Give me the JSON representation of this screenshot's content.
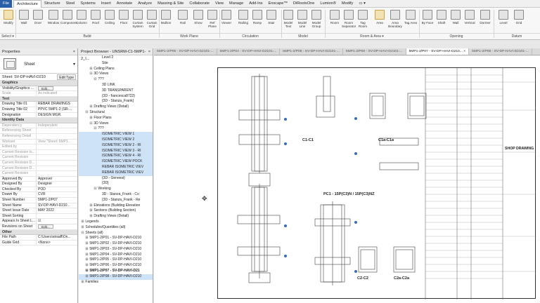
{
  "ribbon": {
    "tabs": [
      "File",
      "Architecture",
      "Structure",
      "Steel",
      "Systems",
      "Insert",
      "Annotate",
      "Analyze",
      "Massing & Site",
      "Collaborate",
      "View",
      "Manage",
      "Add-Ins",
      "Enscape™",
      "DiRootsOne",
      "Lumion®",
      "Modify",
      "▭ ▾"
    ],
    "active_tab": "Architecture",
    "buttons": [
      "Modify",
      "Wall",
      "Door",
      "Window",
      "Component",
      "Column",
      "Roof",
      "Ceiling",
      "Floor",
      "Curtain System",
      "Curtain Grid",
      "Mullion",
      "Rail",
      "Show",
      "Ref Plane",
      "Viewer",
      "Railing",
      "Ramp",
      "Stair",
      "Model Text",
      "Model Line",
      "Model Group",
      "Room",
      "Room Separator",
      "Tag Room",
      "Area",
      "Area Boundary",
      "Tag Area",
      "By Face",
      "Shaft",
      "Wall",
      "Vertical",
      "Dormer",
      "Level",
      "Grid"
    ],
    "groups": [
      "Select ▾",
      "Build",
      "Work Plane",
      "Circulation",
      "Model",
      "Room & Area ▾",
      "Opening",
      "Datum"
    ]
  },
  "properties": {
    "title": "Properties",
    "close": "×",
    "type_label": "Sheet",
    "instance_label": "Sheet: SV-DP-HAVI-D210",
    "edit_type": "Edit Type",
    "sections": [
      {
        "name": "Graphics",
        "rows": [
          {
            "k": "Visibility/Graphics ...",
            "v": "Edit...",
            "btn": true
          },
          {
            "k": "Scale",
            "v": "As indicated",
            "gray": true
          }
        ]
      },
      {
        "name": "Text",
        "rows": [
          {
            "k": "Drawing Title 01",
            "v": "REBAR DRAWINGS"
          },
          {
            "k": "Drawing Title 02",
            "v": "PPVC 5MP1-2 (SR-..."
          },
          {
            "k": "Designation",
            "v": "DESIGN MGR."
          }
        ]
      },
      {
        "name": "Identity Data",
        "rows": [
          {
            "k": "Dependency",
            "v": "Independent",
            "gray": true
          },
          {
            "k": "Referencing Sheet",
            "v": "",
            "gray": true
          },
          {
            "k": "Referencing Detail",
            "v": "",
            "gray": true
          },
          {
            "k": "Workset",
            "v": "View \"Sheet: 5MP1...",
            "gray": true
          },
          {
            "k": "Edited by",
            "v": "",
            "gray": true
          },
          {
            "k": "Current Revision Is...",
            "v": "",
            "gray": true
          },
          {
            "k": "Current Revision",
            "v": "",
            "gray": true
          },
          {
            "k": "Current Revision D...",
            "v": "",
            "gray": true
          },
          {
            "k": "Current Revision D...",
            "v": "",
            "gray": true
          },
          {
            "k": "Current Revision",
            "v": "",
            "gray": true
          },
          {
            "k": "Approved By",
            "v": "Approver"
          },
          {
            "k": "Designed By",
            "v": "Designer"
          },
          {
            "k": "Checked By",
            "v": "POD"
          },
          {
            "k": "Drawn By",
            "v": "CVR"
          },
          {
            "k": "Sheet Number",
            "v": "5MP1-2/P07"
          },
          {
            "k": "Sheet Name",
            "v": "SV-DP-HAVI-D210..."
          },
          {
            "k": "Sheet Issue Date",
            "v": "MAY 2022"
          },
          {
            "k": "Sheet Sorting",
            "v": ""
          },
          {
            "k": "Appears In Sheet L...",
            "v": "☑"
          },
          {
            "k": "Revisions on Sheet",
            "v": "Edit...",
            "btn": true
          }
        ]
      },
      {
        "name": "Other",
        "rows": [
          {
            "k": "File Path",
            "v": "C:\\Users\\strsaff\\On..."
          },
          {
            "k": "Guide Grid",
            "v": "<None>"
          }
        ]
      }
    ]
  },
  "browser": {
    "title": "Project Browser - UNSRM-C1-5MP1-2_I...",
    "close": "×",
    "items": [
      {
        "t": "Level 2",
        "d": 5
      },
      {
        "t": "Site",
        "d": 5
      },
      {
        "t": "Ceiling Plans",
        "d": 2,
        "tg": "⊞"
      },
      {
        "t": "3D Views",
        "d": 2,
        "tg": "⊟"
      },
      {
        "t": "???",
        "d": 3,
        "tg": "⊟"
      },
      {
        "t": "3D LINK",
        "d": 5
      },
      {
        "t": "3D TRANSPARENT",
        "d": 5
      },
      {
        "t": "{3D - francesca8722}",
        "d": 5
      },
      {
        "t": "{3D - Stanza_Frank}",
        "d": 5
      },
      {
        "t": "Drafting Views (Detail)",
        "d": 2,
        "tg": "⊞"
      },
      {
        "t": "Structural",
        "d": 1,
        "tg": "⊟"
      },
      {
        "t": "Floor Plans",
        "d": 2,
        "tg": "⊞"
      },
      {
        "t": "3D Views",
        "d": 2,
        "tg": "⊟"
      },
      {
        "t": "???",
        "d": 3,
        "tg": "⊟"
      },
      {
        "t": "ISOMETRIC VIEW 1",
        "d": 5,
        "hl": true
      },
      {
        "t": "ISOMETRIC VIEW 2",
        "d": 5,
        "hl": true
      },
      {
        "t": "ISOMETRIC VIEW 2 - RI",
        "d": 5,
        "hl": true
      },
      {
        "t": "ISOMETRIC VIEW 3 - RI",
        "d": 5,
        "hl": true
      },
      {
        "t": "ISOMETRIC VIEW 4 - RI",
        "d": 5,
        "hl": true
      },
      {
        "t": "ISOMETRIC VIEW POCK",
        "d": 5,
        "hl": true
      },
      {
        "t": "REBAR ISOMETRIC VIEV",
        "d": 5,
        "hl": true
      },
      {
        "t": "REBAR ISOMETRIC VIEV",
        "d": 5,
        "hl": true
      },
      {
        "t": "{3D - Geneesi}",
        "d": 5
      },
      {
        "t": "{3D}",
        "d": 5
      },
      {
        "t": "Working",
        "d": 3,
        "tg": "⊟"
      },
      {
        "t": "3D - Stanza_Frank - Co",
        "d": 5
      },
      {
        "t": "{3D - Stanza_Frank - Re",
        "d": 5
      },
      {
        "t": "Elevations (Building Elevation",
        "d": 2,
        "tg": "⊞"
      },
      {
        "t": "Sections (Building Section)",
        "d": 2,
        "tg": "⊞"
      },
      {
        "t": "Drafting Views (Detail)",
        "d": 2,
        "tg": "⊞"
      },
      {
        "t": "Legends",
        "d": 0,
        "tg": "⊞"
      },
      {
        "t": "Schedules/Quantities (all)",
        "d": 0,
        "tg": "⊞"
      },
      {
        "t": "Sheets (all)",
        "d": 0,
        "tg": "⊟"
      },
      {
        "t": "5MP1-2/P01 - SV-DP-HAVI-D210",
        "d": 1,
        "tg": "⊞"
      },
      {
        "t": "5MP1-2/P02 - SV-DP-HAVI-D210",
        "d": 1,
        "tg": "⊞"
      },
      {
        "t": "5MP1-2/P03 - SV-DP-HAVI-D210",
        "d": 1,
        "tg": "⊞"
      },
      {
        "t": "5MP1-2/P04 - SV-DP-HAVI-D210",
        "d": 1,
        "tg": "⊞"
      },
      {
        "t": "5MP1-2/P05 - SV-DP-HAVI-D210",
        "d": 1,
        "tg": "⊞"
      },
      {
        "t": "5MP1-2/P06 - SV-DP-HAVI-D210",
        "d": 1,
        "tg": "⊞"
      },
      {
        "t": "5MP1-2/P07 - SV-DP-HAVI-D21",
        "d": 1,
        "tg": "⊞",
        "bold": true
      },
      {
        "t": "5MP1-2/P08 - SV-DP-HAVI-D210",
        "d": 1,
        "tg": "⊞",
        "hl": true
      },
      {
        "t": "Families",
        "d": 0,
        "tg": "⊞"
      }
    ]
  },
  "doc_tabs": [
    {
      "t": "5MP1-2/P05 - SV-DP-HAVI-D2101-...",
      "on": false
    },
    {
      "t": "5MP1-2/P04 - SV-DP-HAVI-D2101-...",
      "on": false
    },
    {
      "t": "5MP1-2/P06 - SV-DP-HAVI-D2101-...",
      "on": false
    },
    {
      "t": "5MP1-2/P06 - SV-DP-HAVI-D2101-...",
      "on": false
    },
    {
      "t": "5MP1-2/P07 - SV-DP-HAVI-D210...  ×",
      "on": true
    },
    {
      "t": "5MP1-2/P08 - SV-DP-HAVI-D2101-...",
      "on": false
    }
  ],
  "drawing": {
    "labels": [
      "C1-C1",
      "C1a-C1a",
      "PC1 - 15P(C3)N / 15P(C3)NZ",
      "C2-C2",
      "C2a-C2a",
      "SHOP DRAWING"
    ]
  }
}
